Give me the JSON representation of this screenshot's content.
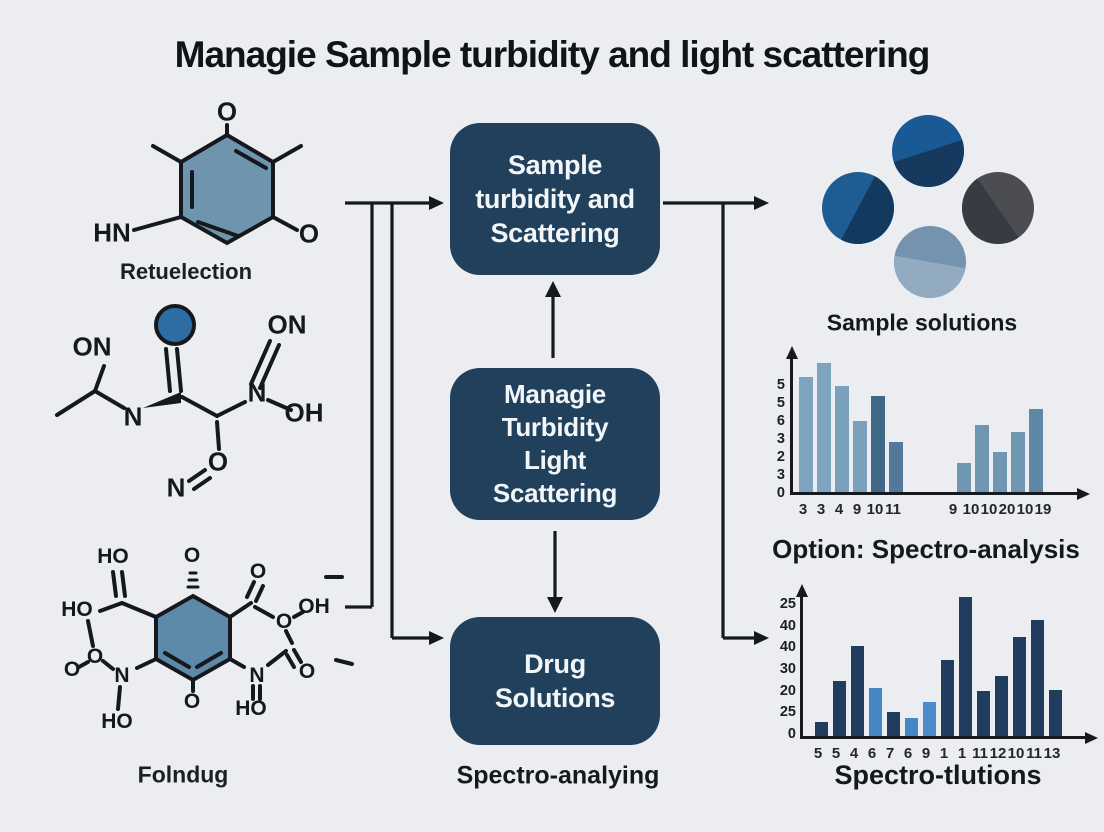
{
  "title": "Managie Sample turbidity and light scattering",
  "colors": {
    "background": "#ecedf0",
    "ink": "#15181d",
    "box_fill": "#21405c",
    "box_text": "#f3f6f8",
    "ring1_fill": "#6e94ae",
    "ring3_fill": "#5e8aa9",
    "dot_fill": "#2e6da4"
  },
  "molecules": {
    "m1": {
      "label": "Retuelection",
      "atoms": {
        "o_top": "O",
        "o_right": "O",
        "hn": "HN"
      }
    },
    "m2": {
      "atoms": {
        "on_left": "ON",
        "on_right": "ON",
        "n_mid": "N",
        "n_right": "N",
        "oh": "OH",
        "o_bottom": "O",
        "n_bottom": "N"
      }
    },
    "m3": {
      "label": "Folndug",
      "atoms": {
        "ho_top": "HO",
        "o_top": "O",
        "o_topright": "O",
        "oh_right": "OH",
        "o_ring": "O",
        "o_right": "O",
        "n_right": "N",
        "ho_rightbottom": "HO",
        "o_bottom": "O",
        "n_left": "N",
        "o_left1": "O",
        "o_left2": "O",
        "ho_left": "HO",
        "ho_bottomleft": "HO"
      }
    }
  },
  "flow": {
    "top_box": {
      "lines": [
        "Sample",
        "turbidity and",
        "Scattering"
      ]
    },
    "middle_box": {
      "lines": [
        "Managie",
        "Turbidity",
        "Light",
        "Scattering"
      ]
    },
    "bottom_box": {
      "lines": [
        "Drug",
        "Solutions"
      ]
    },
    "bottom_caption": "Spectro-analying"
  },
  "samples": {
    "caption": "Sample solutions",
    "circles": [
      {
        "name": "top",
        "base": "#1a5a94",
        "shade": "#163a5e"
      },
      {
        "name": "left",
        "base": "#1e5c94",
        "shade": "#123a60"
      },
      {
        "name": "right",
        "base": "#4b4d53",
        "shade": "#383b41"
      },
      {
        "name": "bottom",
        "base": "#7493ae",
        "shade": "#92abc1"
      }
    ]
  },
  "chart_data": [
    {
      "type": "bar",
      "title": "Option: Spectro-analysis",
      "xlabel": "",
      "ylabel": "",
      "grid": false,
      "legend": false,
      "yticks_top_to_bottom": [
        "5",
        "5",
        "6",
        "3",
        "2",
        "3",
        "0"
      ],
      "x_groups": [
        [
          "3",
          "3",
          "4",
          "9",
          "10",
          "11"
        ],
        [
          "9",
          "10",
          "10",
          "20",
          "10",
          "19"
        ]
      ],
      "gap_after_index": 5,
      "bars": [
        {
          "pct": 86,
          "color": "#7ea3bf"
        },
        {
          "pct": 96,
          "color": "#7ea3bf"
        },
        {
          "pct": 79,
          "color": "#7ba0bc"
        },
        {
          "pct": 53,
          "color": "#7ba0bc"
        },
        {
          "pct": 72,
          "color": "#406887"
        },
        {
          "pct": 37,
          "color": "#52789b"
        },
        {
          "pct": 22,
          "color": "#6f95b1"
        },
        {
          "pct": 50,
          "color": "#6f95b1"
        },
        {
          "pct": 30,
          "color": "#6f95b1"
        },
        {
          "pct": 45,
          "color": "#6f95b1"
        },
        {
          "pct": 62,
          "color": "#5e88a6"
        }
      ]
    },
    {
      "type": "bar",
      "title": "Spectro-tlutions",
      "xlabel": "",
      "ylabel": "",
      "grid": false,
      "legend": false,
      "yticks_top_to_bottom": [
        "25",
        "40",
        "40",
        "30",
        "20",
        "25",
        "0"
      ],
      "x_groups": [
        [
          "5",
          "5",
          "4",
          "6",
          "7",
          "6",
          "9",
          "1",
          "1",
          "11",
          "12",
          "10",
          "11",
          "13"
        ]
      ],
      "gap_after_index": null,
      "bars": [
        {
          "pct": 10,
          "color": "#203d5d"
        },
        {
          "pct": 39,
          "color": "#203d5d"
        },
        {
          "pct": 64,
          "color": "#203d5d"
        },
        {
          "pct": 34,
          "color": "#4587c5"
        },
        {
          "pct": 17,
          "color": "#203d5d"
        },
        {
          "pct": 13,
          "color": "#4587c5"
        },
        {
          "pct": 24,
          "color": "#4b8dca"
        },
        {
          "pct": 54,
          "color": "#203d5d"
        },
        {
          "pct": 99,
          "color": "#203d5d"
        },
        {
          "pct": 32,
          "color": "#203d5d"
        },
        {
          "pct": 43,
          "color": "#203d5d"
        },
        {
          "pct": 71,
          "color": "#203d5d"
        },
        {
          "pct": 83,
          "color": "#203d5d"
        },
        {
          "pct": 33,
          "color": "#203d5d"
        }
      ]
    }
  ]
}
